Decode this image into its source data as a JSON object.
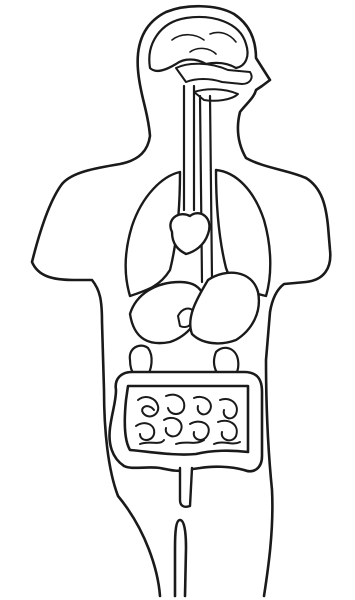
{
  "figure": {
    "subject": "human-digestive-system-outline",
    "colors": {
      "background": "#ffffff",
      "line": "#1a1a1a"
    },
    "parts": [
      "body-outline",
      "brain",
      "nasal-cavity",
      "mouth",
      "esophagus",
      "trachea",
      "left-lung",
      "right-lung",
      "heart",
      "liver",
      "stomach",
      "gallbladder",
      "left-kidney",
      "right-kidney",
      "large-intestine",
      "small-intestine",
      "rectum"
    ]
  }
}
